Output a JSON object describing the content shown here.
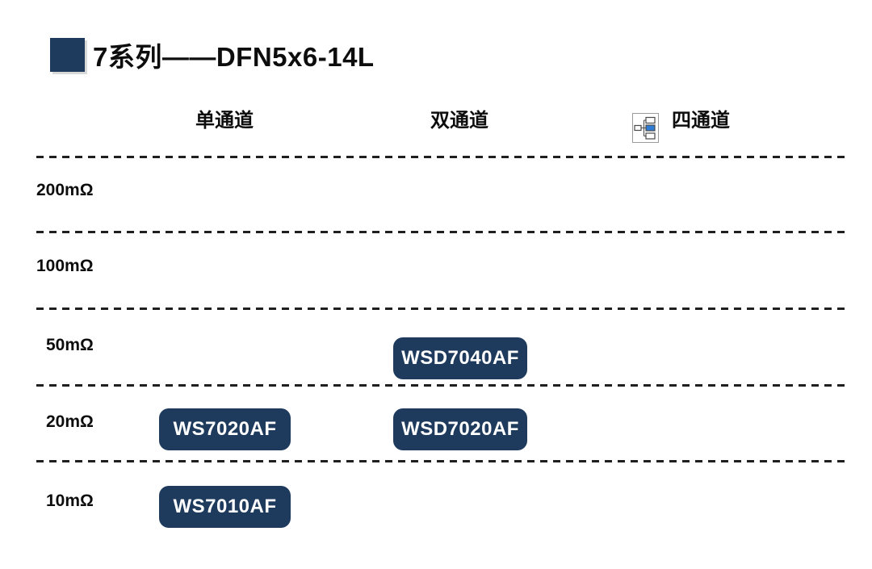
{
  "title": {
    "text": "7系列——DFN5x6-14L"
  },
  "colors": {
    "navy": "#1E3A5C",
    "ink": "#0D0D0D",
    "dash": "#1F1F1F",
    "icon_blue": "#2E7CD6",
    "icon_border": "#9B9B9B",
    "icon_stroke": "#4A4A4A"
  },
  "columns": [
    {
      "id": "single-channel",
      "label": "单通道"
    },
    {
      "id": "dual-channel",
      "label": "双通道"
    },
    {
      "id": "quad-channel",
      "label": "四通道",
      "icon": "org-chart-icon"
    }
  ],
  "rows": [
    {
      "id": "r200",
      "label": "200mΩ"
    },
    {
      "id": "r100",
      "label": "100mΩ"
    },
    {
      "id": "r50",
      "label": "50mΩ"
    },
    {
      "id": "r20",
      "label": "20mΩ"
    },
    {
      "id": "r10",
      "label": "10mΩ"
    }
  ],
  "parts": [
    {
      "name": "WSD7040AF",
      "row": "50mΩ",
      "column": "双通道"
    },
    {
      "name": "WS7020AF",
      "row": "20mΩ",
      "column": "单通道"
    },
    {
      "name": "WSD7020AF",
      "row": "20mΩ",
      "column": "双通道"
    },
    {
      "name": "WS7010AF",
      "row": "10mΩ",
      "column": "单通道"
    }
  ]
}
